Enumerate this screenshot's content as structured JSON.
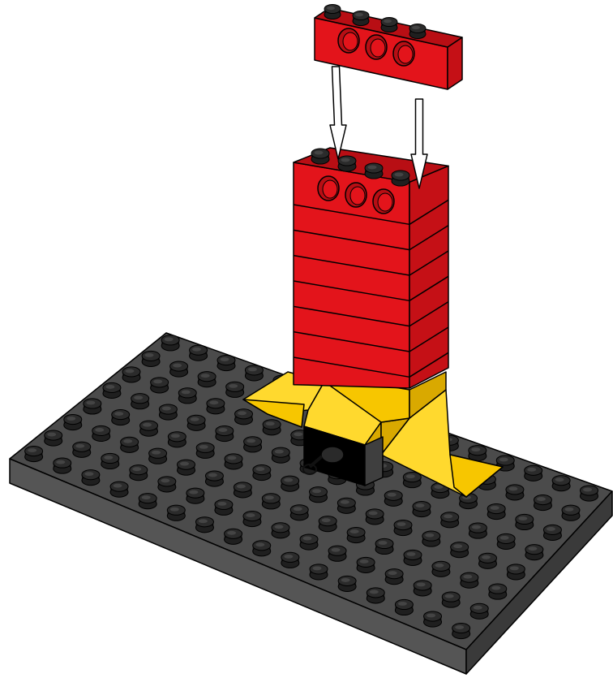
{
  "instruction_step": {
    "action": "place-brick-on-tower",
    "loose_brick": {
      "kind": "technic-beam-1x4",
      "studs": 4,
      "holes": 3,
      "color": "#E3141B"
    },
    "tower": {
      "stacked_red_bricks": 7,
      "top_brick_holes": 3,
      "color": "#E3141B"
    },
    "support_wedges": {
      "count": 3,
      "color": "#F7C600"
    },
    "baseplate": {
      "color": "#4A4A4A",
      "studs_wide": 8,
      "studs_long": 16
    },
    "peg_block": {
      "color": "#5C5C5C"
    },
    "arrows": {
      "count": 2,
      "direction": "down"
    }
  },
  "palette": {
    "red": "#E3141B",
    "red_dark": "#B80E14",
    "red_side": "#C51016",
    "yellow": "#F7C600",
    "yellow_light": "#FFD92E",
    "yellow_dark": "#D9A900",
    "plate_top": "#4B4B4B",
    "plate_side": "#3A3A3A",
    "plate_front": "#555555",
    "stud": "#1F1F1F",
    "outline": "#000000"
  }
}
